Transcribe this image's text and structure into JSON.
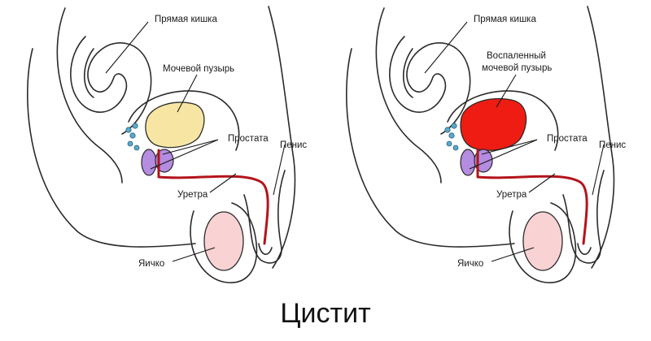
{
  "caption": "Цистит",
  "colors": {
    "bladder_normal": "#f7e6a3",
    "bladder_inflamed": "#ee1c12",
    "prostate": "#b48ce0",
    "urethra": "#b3141b",
    "testis": "#f9d2d4",
    "vesicles": "#5aa9c9"
  },
  "panels": [
    {
      "id": "normal",
      "labels": {
        "rectum": "Прямая кишка",
        "bladder": [
          "Мочевой пузырь"
        ],
        "prostate": "Простата",
        "penis": "Пенис",
        "urethra": "Уретра",
        "testis": "Яичко"
      }
    },
    {
      "id": "cystitis",
      "labels": {
        "rectum": "Прямая кишка",
        "bladder": [
          "Воспаленный",
          "мочевой пузырь"
        ],
        "prostate": "Простата",
        "penis": "Пенис",
        "urethra": "Уретра",
        "testis": "Яичко"
      }
    }
  ]
}
